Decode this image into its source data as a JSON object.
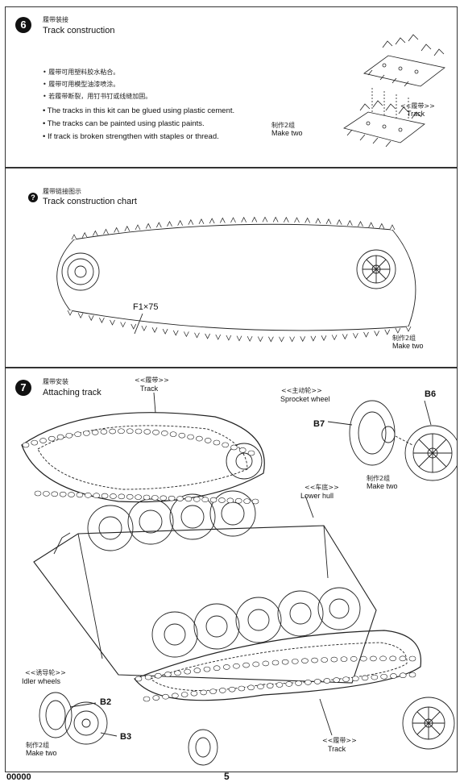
{
  "step6": {
    "number": "6",
    "title_cn": "履带装接",
    "title_en": "Track construction",
    "notes_cn": [
      "履带可用塑料胶水粘合。",
      "履带可用模型油漆喷涂。",
      "若履带断裂，用钉书钉或线缝加固。"
    ],
    "notes_en": [
      "The tracks in this kit can be glued using plastic cement.",
      "The tracks can be painted using plastic paints.",
      "If track is broken strengthen with staples or thread."
    ],
    "make_cn": "制作2组",
    "make_en": "Make two",
    "track_cn": "<<履带>>",
    "track_en": "Track"
  },
  "chart": {
    "number": "?",
    "title_cn": "履带链接图示",
    "title_en": "Track construction chart",
    "part_label": "F1×75",
    "make_cn": "制作2组",
    "make_en": "Make two"
  },
  "step7": {
    "number": "7",
    "title_cn": "履带安装",
    "title_en": "Attaching track",
    "track_top_cn": "<<履带>>",
    "track_top_en": "Track",
    "sprocket_cn": "<<主动轮>>",
    "sprocket_en": "Sprocket wheel",
    "b6": "B6",
    "b7": "B7",
    "make_cn": "制作2组",
    "make_en": "Make two",
    "hull_cn": "<<车底>>",
    "hull_en": "Lower hull",
    "idler_cn": "<<诱导轮>>",
    "idler_en": "Idler wheels",
    "b2": "B2",
    "b3": "B3",
    "idler_make_cn": "制作2组",
    "idler_make_en": "Make two",
    "track_bottom_cn": "<<履带>>",
    "track_bottom_en": "Track"
  },
  "footer": {
    "page_number": "5",
    "code": "00000"
  }
}
